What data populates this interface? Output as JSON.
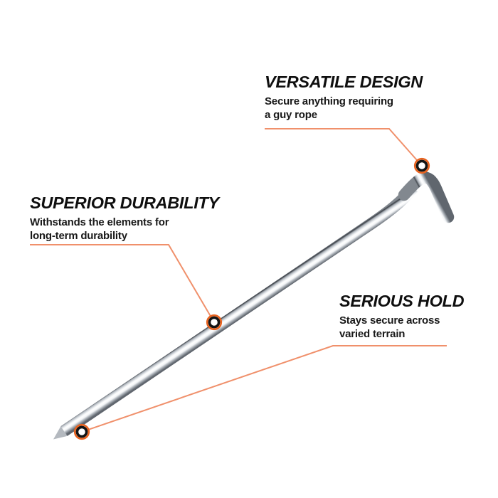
{
  "illustration": {
    "subject": "steel tent peg with hook",
    "finish": "polished chrome"
  },
  "colors": {
    "background": "#FFFFFF",
    "callout_line": "#F0906B",
    "marker_ring": "#E8621E",
    "marker_ring_inner": "#141414",
    "marker_center": "#FFFFFF",
    "heading_text": "#0F0F0F",
    "body_text": "#191919"
  },
  "callouts": {
    "versatile": {
      "title": "VERSATILE DESIGN",
      "line1": "Secure anything requiring",
      "line2": "a guy rope"
    },
    "superior": {
      "title": "SUPERIOR DURABILITY",
      "line1": "Withstands the elements for",
      "line2": "long-term durability"
    },
    "serious": {
      "title": "SERIOUS HOLD",
      "line1": "Stays secure across",
      "line2": "varied terrain"
    }
  }
}
